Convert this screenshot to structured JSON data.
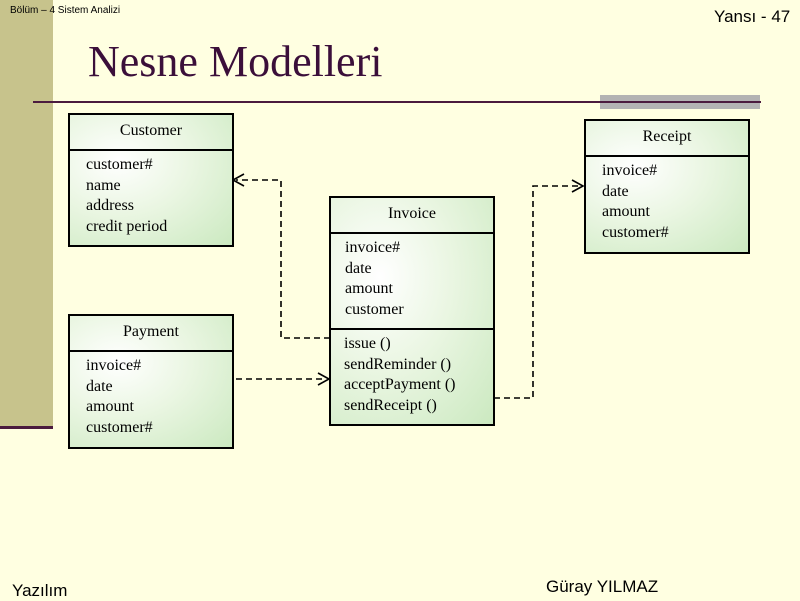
{
  "header": {
    "chapter": "Bölüm – 4 Sistem Analizi",
    "slide_number": "Yansı - 47",
    "title": "Nesne Modelleri"
  },
  "footer": {
    "left": "Yazılım",
    "right": "Güray YILMAZ"
  },
  "classes": {
    "customer": {
      "name": "Customer",
      "attributes": [
        "customer#",
        "name",
        "address",
        "credit period"
      ]
    },
    "payment": {
      "name": "Payment",
      "attributes": [
        "invoice#",
        "date",
        "amount",
        "customer#"
      ]
    },
    "invoice": {
      "name": "Invoice",
      "attributes": [
        "invoice#",
        "date",
        "amount",
        "customer"
      ],
      "operations": [
        "issue ()",
        "sendReminder ()",
        "acceptPayment ()",
        "sendReceipt ()"
      ]
    },
    "receipt": {
      "name": "Receipt",
      "attributes": [
        "invoice#",
        "date",
        "amount",
        "customer#"
      ]
    }
  },
  "relations": [
    {
      "from": "Invoice",
      "to": "Customer"
    },
    {
      "from": "Payment",
      "to": "Invoice"
    },
    {
      "from": "Invoice",
      "to": "Receipt"
    }
  ],
  "colors": {
    "background": "#FFFFE1",
    "sidebar": "#C7C38C",
    "title": "#3B0F3A",
    "rule": "#4B1B3E",
    "class_fill": "#CBE9C0"
  }
}
